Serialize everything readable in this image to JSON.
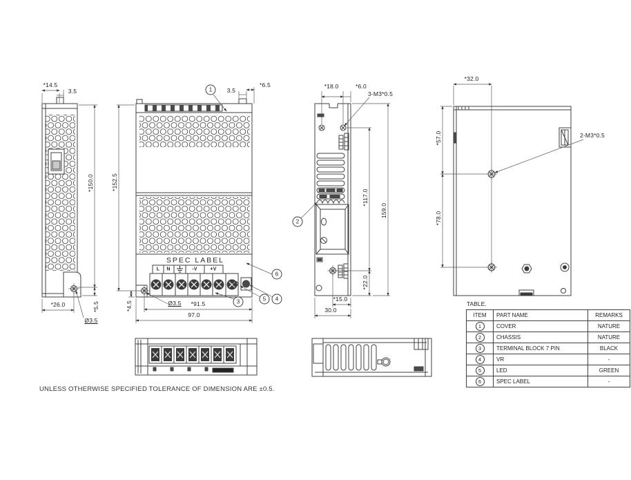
{
  "drawing": {
    "note": "UNLESS OTHERWISE SPECIFIED TOLERANCE OF DIMENSION ARE ±0.5.",
    "spec_label": "SPEC LABEL",
    "terminals": [
      "L",
      "N",
      "⏚",
      "-V",
      "+V"
    ],
    "dims": {
      "left_top_depth": "*14.5",
      "left_tab": "3.5",
      "left_height": "*150.0",
      "left_foot": "*5.5",
      "left_bottom_depth": "*26.0",
      "left_hole_dia": "Ø3.5",
      "front_tab": "3.5",
      "front_tab_offset": "*6.5",
      "front_height": "*152.5",
      "front_foot": "*4.5",
      "front_hole_dia": "Ø3.5",
      "front_hole_span": "*91.5",
      "front_width": "97.0",
      "side_hole_a": "*18.0",
      "side_hole_b": "*6.0",
      "side_thread": "3-M3*0.5",
      "side_hole_height": "*117.0",
      "side_height": "159.0",
      "side_foot": "*22.0",
      "side_hole_bottom": "*15.0",
      "side_depth": "30.0",
      "back_hole_x": "*32.0",
      "back_hole_top": "*57.0",
      "back_hole_span": "*78.0",
      "back_thread": "2-M3*0.5"
    },
    "callouts": {
      "cover": "1",
      "chassis": "2",
      "terminal_block": "3",
      "vr": "4",
      "led": "5",
      "spec_label": "6"
    }
  },
  "table": {
    "title": "TABLE.",
    "headers": [
      "ITEM",
      "PART NAME",
      "REMARKS"
    ],
    "rows": [
      {
        "item": "1",
        "name": "COVER",
        "remark": "NATURE"
      },
      {
        "item": "2",
        "name": "CHASSIS",
        "remark": "NATURE"
      },
      {
        "item": "3",
        "name": "TERMINAL BLOCK 7 PIN",
        "remark": "BLACK"
      },
      {
        "item": "4",
        "name": "VR",
        "remark": "-"
      },
      {
        "item": "5",
        "name": "LED",
        "remark": "GREEN"
      },
      {
        "item": "6",
        "name": "SPEC LABEL",
        "remark": "-"
      }
    ]
  }
}
